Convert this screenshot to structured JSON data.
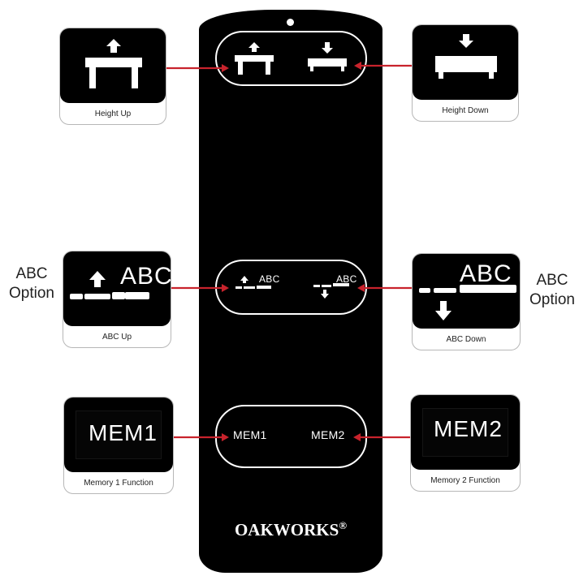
{
  "remote": {
    "brand": "OAKWORKS",
    "brand_mark": "®",
    "buttons": {
      "mem1": "MEM1",
      "mem2": "MEM2",
      "abc_up_text": "ABC",
      "abc_down_text": "ABC"
    }
  },
  "cards": {
    "height_up": {
      "caption": "Height Up",
      "icon": "table-up-icon"
    },
    "height_down": {
      "caption": "Height Down",
      "icon": "table-down-icon"
    },
    "abc_up": {
      "caption": "ABC Up",
      "tile_text": "ABC",
      "icon": "abc-up-icon"
    },
    "abc_down": {
      "caption": "ABC Down",
      "tile_text": "ABC",
      "icon": "abc-down-icon"
    },
    "mem1": {
      "caption": "Memory 1 Function",
      "tile_text": "MEM1"
    },
    "mem2": {
      "caption": "Memory 2 Function",
      "tile_text": "MEM2"
    }
  },
  "side_labels": {
    "left": [
      "ABC",
      "Option"
    ],
    "right": [
      "ABC",
      "Option"
    ]
  },
  "colors": {
    "remote": "#000000",
    "arrow": "#c8232c",
    "outline": "#ffffff"
  }
}
